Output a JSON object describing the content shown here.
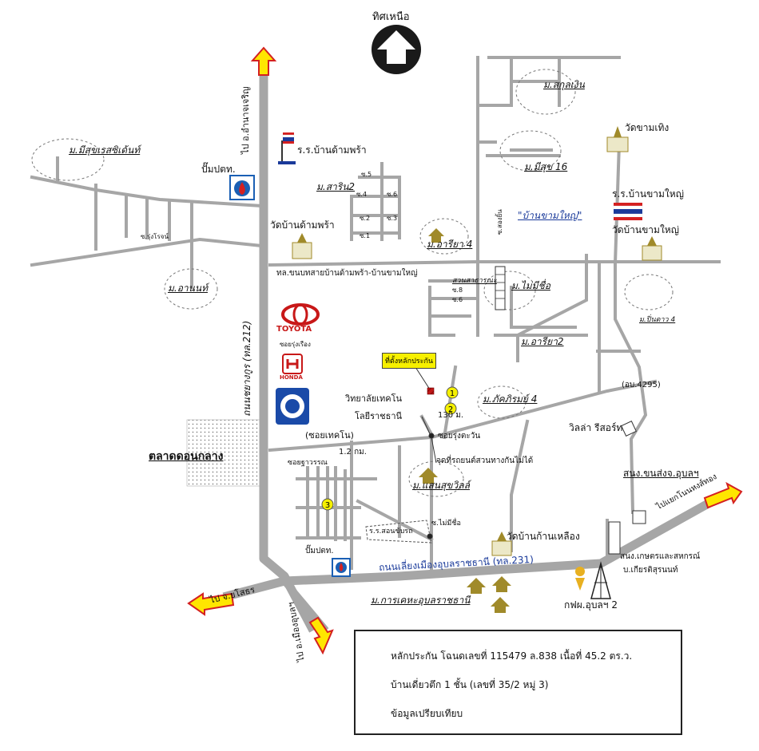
{
  "compass": {
    "label": "ทิศเหนือ"
  },
  "arrows": {
    "north": "ไป อ.อำนาจเจริญ",
    "west": "ไป จ.ยโสธร",
    "south": "ไป อ.เมืองอุบลฯ",
    "east": "ไปแยกโนนหงส์ทอง"
  },
  "roads": {
    "main_212": "ถนนชยางกูร (ทล.212)",
    "ring_231": "ถนนเลี่ยงเมืองอุบลราชธานี (ทล.231)",
    "rural": "ทล.ขนบทสายบ้านด้ามพร้า-บ้านขามใหญ่",
    "soi_techno": "(ซอยเทคโน)",
    "soi_rungruang": "ซอยรุ่งเรือง",
    "soi_rungtawan": "ซอยรุ่งตะวัน",
    "soi_charoen": "ซอยฐาวรรณ",
    "soi_rungroj": "ซ.รุ่งโรจน์",
    "ub_4295": "(อบ.4295)",
    "soi_sawan": "ซ.สองยิ้น",
    "dist_130": "130 ม.",
    "dist_12": "1.2 กม.",
    "uturn": "จุดที่รถยนต์สวนทางกันไม่ได้",
    "soi_nameless": "ซ.ไม่มีชื่อ",
    "soi_s1": "ซ.1",
    "soi_s2": "ซ.2",
    "soi_s3": "ซ.3",
    "soi_s4": "ซ.4",
    "soi_s5": "ซ.5",
    "soi_s6": "ซ.6",
    "soi_j6": "ซ.6",
    "soi_j8": "ซ.8"
  },
  "villages": {
    "sakun": "ม.สกุลเงิน",
    "meesuk16": "ม.มีสุข 16",
    "meesuk_residence": "ม.มีสุขเรสซิเด้นท์",
    "sarin2": "ม.สาริน2",
    "araya4": "ม.อารียา 4",
    "nonamevillage": "ม.ไม่มีชื่อ",
    "araya2": "ม.อารียา2",
    "anon": "ม.อานนท์",
    "pakkarom4": "ม.ภัคภิรมย์ 4",
    "saensuk": "ม.แสนสุขวิลล์",
    "karakeha": "ม.การเคหะอุบลราชธานี",
    "pinkao4": "ม.ปิ่นดาว 4",
    "suan": "สวนสาธารณะ"
  },
  "landmarks": {
    "school_dampra": "ร.ร.บ้านด้ามพร้า",
    "wat_dampra": "วัดบ้านด้ามพร้า",
    "ptt_top": "ปั๊มปตท.",
    "ptt_bottom": "ปั๊มปตท.",
    "wat_kamterng": "วัดขามเทิง",
    "school_kamyai": "ร.ร.บ้านขามใหญ่",
    "wat_kamyai": "วัดบ้านขามใหญ่",
    "ban_kamyai": "\"บ้านขามใหญ่\"",
    "toyota": "TOYOTA",
    "honda": "HONDA",
    "techno_college_1": "วิทยาลัยเทคโน",
    "techno_college_2": "โลยีราชธานี",
    "market": "ตลาดดอนกลาง",
    "villa": "วิลล่า รีสอร์ท",
    "school_sonchit": "ร.ร.สอนขับรถ",
    "wat_konlueang": "วัดบ้านก้านเหลือง",
    "office_irr": "สนง.ขนส่งจ.อุบลฯ",
    "office_coop": "สนง.เกษตรและสหกรณ์",
    "company": "บ.เกียรติสุรนนท์",
    "egat": "กฟผ.อุบลฯ 2",
    "collateral_marker": "ที่ตั้งหลักประกัน"
  },
  "comparison_points": [
    "1",
    "2",
    "3"
  ],
  "legend": {
    "item1": "หลักประกัน โฉนดเลขที่ 115479 ล.838 เนื้อที่ 45.2 ตร.ว.",
    "item2": "บ้านเดี่ยวตึก 1 ชั้น (เลขที่ 35/2 หมู่ 3)",
    "item3": "ข้อมูลเปรียบเทียบ"
  },
  "colors": {
    "road": "#a6a6a6",
    "road_edge": "#8c8c8c",
    "arrow_fill": "#ffe600",
    "arrow_edge": "#d42020",
    "collateral": "#c01818",
    "comparison": "#f5f000",
    "house": "#a08a2a",
    "highway_label": "#1a3a9a"
  }
}
